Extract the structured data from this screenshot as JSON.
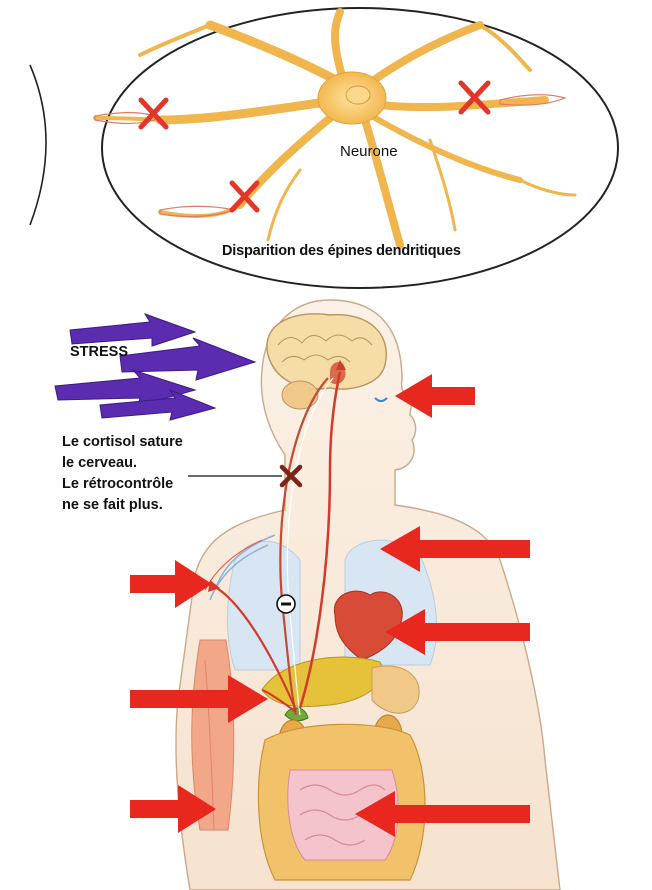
{
  "neuron_panel": {
    "neuron_label": "Neurone",
    "caption": "Disparition des épines dendritiques"
  },
  "stress": {
    "label": "STRESS"
  },
  "cortisol_note": {
    "lines": [
      "Le cortisol sature",
      "le cerveau.",
      "Le rétrocontrôle",
      "ne se fait plus."
    ]
  },
  "feedback_symbol": "−",
  "colors": {
    "arrow_red": "#e8271f",
    "stress_purple": "#5b2bb0",
    "cross_red": "#e53528",
    "neuron_yellow": "#f7c25a"
  }
}
